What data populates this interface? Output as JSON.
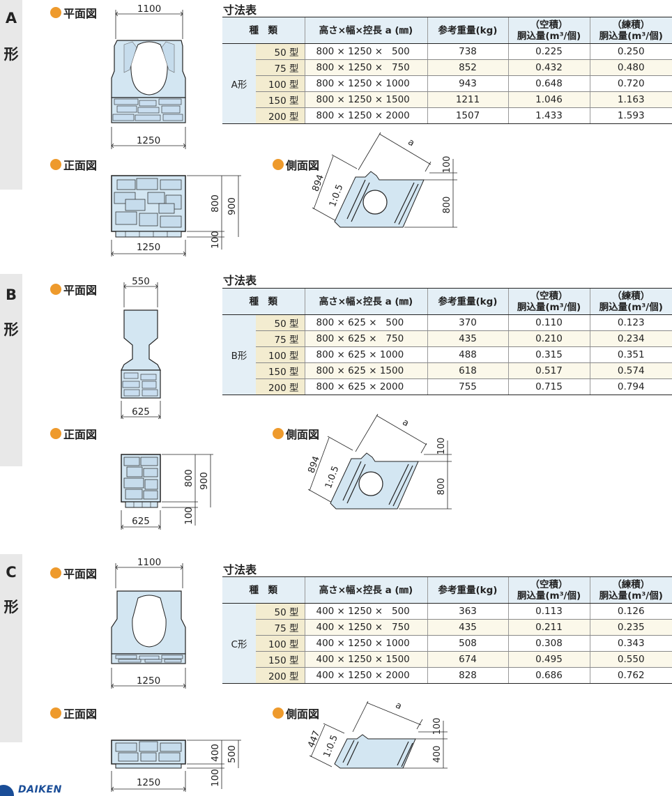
{
  "sections": [
    {
      "letter": "A",
      "kanji": "形",
      "plan_heading": "平面図",
      "front_heading": "正面図",
      "side_heading": "側面図",
      "table_title": "寸法表",
      "plan_top_dim": "1100",
      "plan_bottom_dim": "1250",
      "front_width_dim": "1250",
      "front_h1": "800",
      "front_h2": "900",
      "front_h3": "100",
      "side_a": "a",
      "side_slope_len": "894",
      "side_slope": "1:0.5",
      "side_top": "100",
      "side_height": "800",
      "rows": [
        {
          "type": "50 型",
          "dims": "800 × 1250 ×   500",
          "weight": "738",
          "empty": "0.225",
          "filled": "0.250"
        },
        {
          "type": "75 型",
          "dims": "800 × 1250 ×   750",
          "weight": "852",
          "empty": "0.432",
          "filled": "0.480"
        },
        {
          "type": "100 型",
          "dims": "800 × 1250 × 1000",
          "weight": "943",
          "empty": "0.648",
          "filled": "0.720"
        },
        {
          "type": "150 型",
          "dims": "800 × 1250 × 1500",
          "weight": "1211",
          "empty": "1.046",
          "filled": "1.163"
        },
        {
          "type": "200 型",
          "dims": "800 × 1250 × 2000",
          "weight": "1507",
          "empty": "1.433",
          "filled": "1.593"
        }
      ],
      "group_label": "A形"
    },
    {
      "letter": "B",
      "kanji": "形",
      "plan_heading": "平面図",
      "front_heading": "正面図",
      "side_heading": "側面図",
      "table_title": "寸法表",
      "plan_top_dim": "550",
      "plan_bottom_dim": "625",
      "front_width_dim": "625",
      "front_h1": "800",
      "front_h2": "900",
      "front_h3": "100",
      "side_a": "a",
      "side_slope_len": "894",
      "side_slope": "1:0.5",
      "side_top": "100",
      "side_height": "800",
      "rows": [
        {
          "type": "50 型",
          "dims": "800 × 625 ×   500",
          "weight": "370",
          "empty": "0.110",
          "filled": "0.123"
        },
        {
          "type": "75 型",
          "dims": "800 × 625 ×   750",
          "weight": "435",
          "empty": "0.210",
          "filled": "0.234"
        },
        {
          "type": "100 型",
          "dims": "800 × 625 × 1000",
          "weight": "488",
          "empty": "0.315",
          "filled": "0.351"
        },
        {
          "type": "150 型",
          "dims": "800 × 625 × 1500",
          "weight": "618",
          "empty": "0.517",
          "filled": "0.574"
        },
        {
          "type": "200 型",
          "dims": "800 × 625 × 2000",
          "weight": "755",
          "empty": "0.715",
          "filled": "0.794"
        }
      ],
      "group_label": "B形"
    },
    {
      "letter": "C",
      "kanji": "形",
      "plan_heading": "平面図",
      "front_heading": "正面図",
      "side_heading": "側面図",
      "table_title": "寸法表",
      "plan_top_dim": "1100",
      "plan_bottom_dim": "1250",
      "front_width_dim": "1250",
      "front_h1": "400",
      "front_h2": "500",
      "front_h3": "100",
      "side_a": "a",
      "side_slope_len": "447",
      "side_slope": "1:0.5",
      "side_top": "100",
      "side_height": "400",
      "rows": [
        {
          "type": "50 型",
          "dims": "400 × 1250 ×   500",
          "weight": "363",
          "empty": "0.113",
          "filled": "0.126"
        },
        {
          "type": "75 型",
          "dims": "400 × 1250 ×   750",
          "weight": "435",
          "empty": "0.211",
          "filled": "0.235"
        },
        {
          "type": "100 型",
          "dims": "400 × 1250 × 1000",
          "weight": "508",
          "empty": "0.308",
          "filled": "0.343"
        },
        {
          "type": "150 型",
          "dims": "400 × 1250 × 1500",
          "weight": "674",
          "empty": "0.495",
          "filled": "0.550"
        },
        {
          "type": "200 型",
          "dims": "400 × 1250 × 2000",
          "weight": "828",
          "empty": "0.686",
          "filled": "0.762"
        }
      ],
      "group_label": "C形"
    }
  ],
  "table_header": {
    "type": "種　類",
    "dims": "高さ×幅×控長 a (㎜)",
    "weight": "参考重量(kg)",
    "empty_l1": "（空積）",
    "empty_l2": "胴込量(m³/個)",
    "filled_l1": "（練積）",
    "filled_l2": "胴込量(m³/個)"
  },
  "logo_text": "DAIKEN",
  "colors": {
    "block_fill": "#d3e6f2",
    "heading_dot": "#ee9a2c",
    "table_head": "#e4eff6",
    "type_col": "#f3ecd0",
    "sidebar": "#e8e8e8"
  }
}
